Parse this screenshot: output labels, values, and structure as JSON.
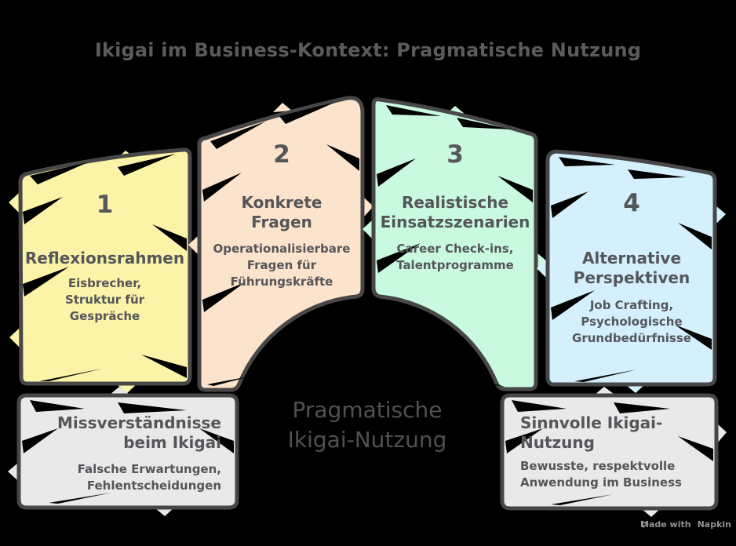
{
  "title": "Ikigai im Business-Kontext: Pragmatische Nutzung",
  "segments": [
    {
      "number": "1",
      "title": "Reflexionsrahmen",
      "subtitle": "Eisbrecher,\nStruktur für\nGespräche",
      "fill": "#faf3a8"
    },
    {
      "number": "2",
      "title": "Konkrete\nFragen",
      "subtitle": "Operationalisierbare\nFragen für\nFührungskräfte",
      "fill": "#fce3cb"
    },
    {
      "number": "3",
      "title": "Realistische\nEinsatzszenarien",
      "subtitle": "Career Check-ins,\nTalentprogramme",
      "fill": "#c9f9de"
    },
    {
      "number": "4",
      "title": "Alternative\nPerspektiven",
      "subtitle": "Job Crafting,\nPsychologische\nGrundbedürfnisse",
      "fill": "#d3f0fc"
    }
  ],
  "center_label": "Pragmatische\nIkigai-Nutzung",
  "notes": [
    {
      "title": "Missverständnisse\nbeim Ikigai",
      "subtitle": "Falsche Erwartungen,\nFehlentscheidungen",
      "fill": "#e9e9e9"
    },
    {
      "title": "Sinnvolle Ikigai-\nNutzung",
      "subtitle": "Bewusste, respektvolle\nAnwendung im Business",
      "fill": "#e9e9e9"
    }
  ],
  "watermark": {
    "made_with": "Made with",
    "brand": "Napkin",
    "icon": "pen-nib-icon"
  },
  "colors": {
    "background": "#000000",
    "border": "#474747",
    "text": "#55565a",
    "title_text": "#5a5b5d",
    "center_text": "#505153",
    "watermark_text": "#909193"
  }
}
